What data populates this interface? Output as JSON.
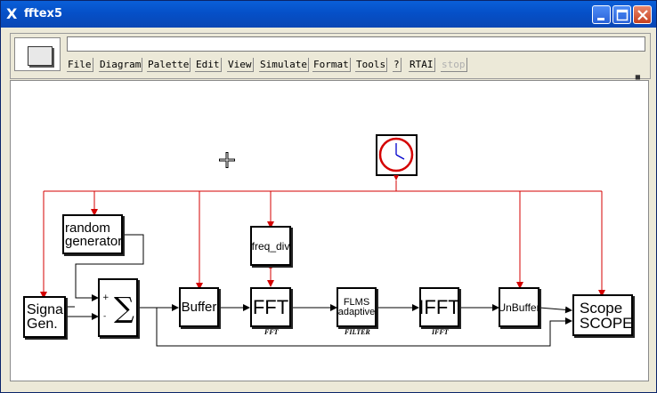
{
  "window": {
    "title": "fftex5",
    "logo_glyph": "X",
    "buttons": [
      "minimize",
      "maximize",
      "close"
    ]
  },
  "command_input": {
    "value": ""
  },
  "menu": {
    "items": [
      "File",
      "Diagram",
      "Palette",
      "Edit",
      "View",
      "Simulate",
      "Format",
      "Tools",
      "?",
      "RTAI",
      "stop"
    ]
  },
  "diagram": {
    "blocks": {
      "signal_gen": {
        "line1": "Signal",
        "line2": "Gen."
      },
      "random_gen": {
        "line1": "random",
        "line2": "generator"
      },
      "sum": {
        "plus": "+",
        "minus": "-",
        "symbol": "∑"
      },
      "buffer": {
        "label": "Buffer"
      },
      "freq_div": {
        "label": "freq_div"
      },
      "fft": {
        "label": "FFT",
        "sublabel": "FFT"
      },
      "flms": {
        "line1": "FLMS",
        "line2": "adaptive",
        "sublabel": "FILTER"
      },
      "ifft": {
        "label": "IFFT",
        "sublabel": "IFFT"
      },
      "unbuffer": {
        "label": "UnBuffer"
      },
      "scope": {
        "line1": "Scope",
        "line2": "SCOPE"
      }
    },
    "colors": {
      "event_link": "#d40000",
      "regular_link": "#000000",
      "clock_face": "#d40000",
      "clock_hand": "#0000cc"
    }
  }
}
